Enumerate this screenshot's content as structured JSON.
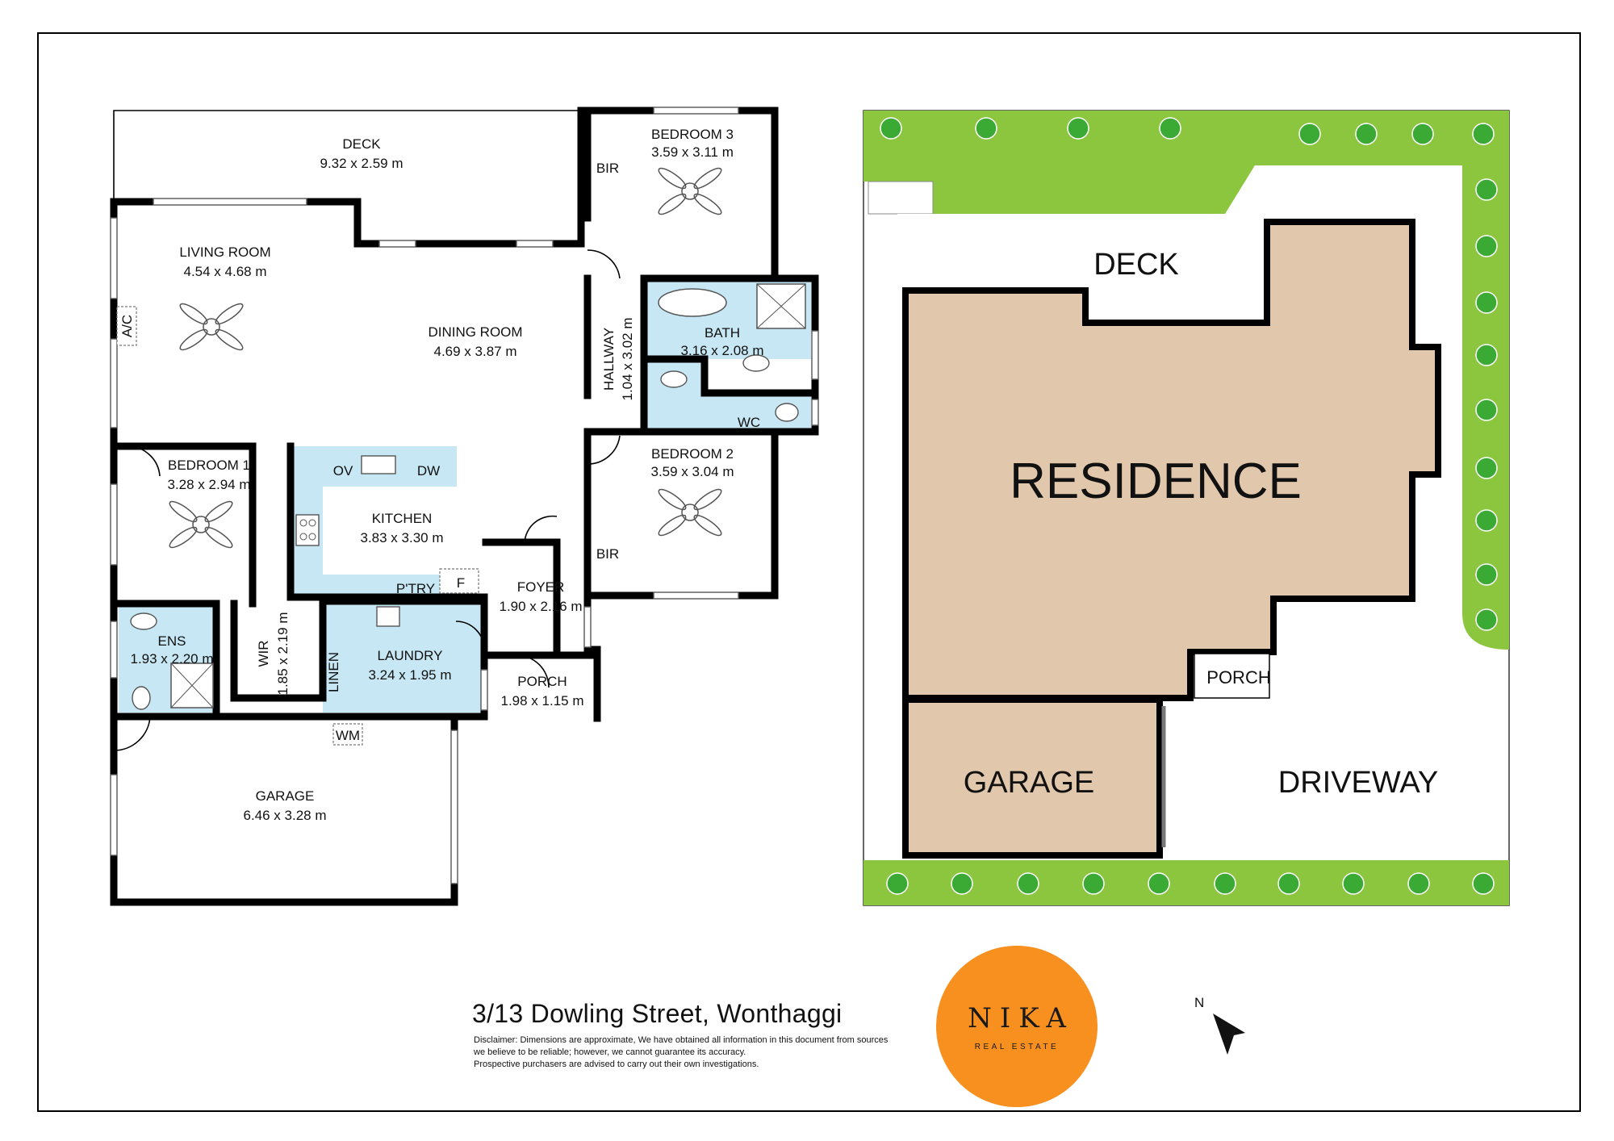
{
  "floorplan": {
    "rooms": {
      "deck": {
        "name": "DECK",
        "size": "9.32 x 2.59 m"
      },
      "living": {
        "name": "LIVING ROOM",
        "size": "4.54 x 4.68 m"
      },
      "dining": {
        "name": "DINING ROOM",
        "size": "4.69 x 3.87 m"
      },
      "bedroom3": {
        "name": "BEDROOM 3",
        "size": "3.59 x 3.11 m"
      },
      "bir_top": {
        "name": "BIR"
      },
      "bath": {
        "name": "BATH",
        "size": "3.16 x 2.08 m"
      },
      "hallway": {
        "name": "HALLWAY",
        "size": "1.04 x 3.02 m"
      },
      "wc": {
        "name": "WC"
      },
      "bedroom2": {
        "name": "BEDROOM 2",
        "size": "3.59 x 3.04 m"
      },
      "bir_bottom": {
        "name": "BIR"
      },
      "bedroom1": {
        "name": "BEDROOM 1",
        "size": "3.28 x 2.94 m"
      },
      "kitchen": {
        "name": "KITCHEN",
        "size": "3.83 x 3.30 m"
      },
      "ens": {
        "name": "ENS",
        "size": "1.93 x 2.20 m"
      },
      "wir": {
        "name": "WIR",
        "size": "1.85 x 2.19 m"
      },
      "laundry": {
        "name": "LAUNDRY",
        "size": "3.24 x 1.95 m"
      },
      "foyer": {
        "name": "FOYER",
        "size": "1.90 x 2.16 m"
      },
      "porch": {
        "name": "PORCH",
        "size": "1.98 x 1.15 m"
      },
      "garage": {
        "name": "GARAGE",
        "size": "6.46 x 3.28 m"
      }
    },
    "fixtures": {
      "ac": "A/C",
      "ov": "OV",
      "dw": "DW",
      "pantry": "P'TRY",
      "fridge": "F",
      "linen": "LINEN",
      "wm": "WM"
    }
  },
  "siteplan": {
    "deck": "DECK",
    "residence": "RESIDENCE",
    "porch": "PORCH",
    "garage": "GARAGE",
    "driveway": "DRIVEWAY"
  },
  "footer": {
    "address": "3/13 Dowling Street, Wonthaggi",
    "disclaimer_lines": [
      "Disclaimer: Dimensions are approximate, We have obtained all information in this document from sources",
      "we believe to be reliable; however, we cannot guarantee its accuracy.",
      "Prospective purchasers are advised to carry out their own investigations."
    ],
    "north": "N"
  },
  "logo": {
    "name": "NIKA",
    "sub": "REAL ESTATE"
  },
  "colors": {
    "wet_area": "#c6e7f3",
    "residence": "#e1c7ab",
    "grass": "#8cc63f",
    "tree": "#3aaa35",
    "logo": "#f7901e"
  }
}
